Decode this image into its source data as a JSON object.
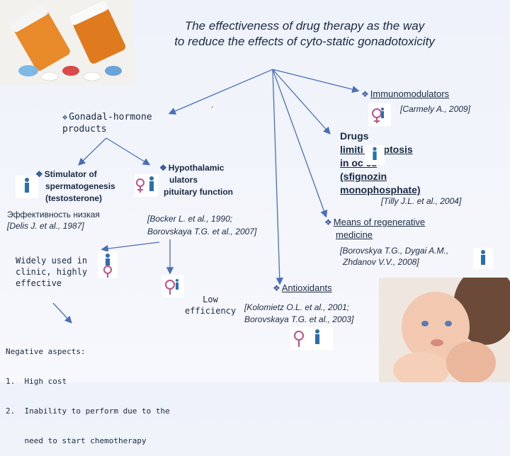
{
  "title_line1": "The effectiveness of drug therapy as the way",
  "title_line2": "to reduce the effects of cyto-static gonadotoxicity",
  "nodes": {
    "immunomodulators": "Immunomodulators",
    "immuno_ref": "[Carmely A., 2009]",
    "gonadal": "Gonadal-hormone",
    "gonadal2": "products",
    "stimulator1": "Stimulator of",
    "stimulator2": "spermatogenesis",
    "stimulator3": "(testosterone)",
    "hypothalamic1": "Hypothalamic",
    "hypothalamic2": "ulators",
    "hypothalamic3": "pituitary function",
    "drugs1": "Drugs",
    "drugs2": "limiti  apoptosis",
    "drugs3": "in oc  es",
    "drugs4": "(sfignozin",
    "drugs5": "monophosphate)",
    "drugs_ref": "[Tilly J.L. et al., 2004]",
    "effect_ru": "Эффективность низкая",
    "effect_ref": "[Delis J. et al., 1987]",
    "hypo_ref1": "[Bocker L. et al., 1990;",
    "hypo_ref2": "Borovskaya T.G. et al., 2007]",
    "regen1": "Means of regenerative",
    "regen2": "medicine",
    "regen_ref1": "[Borovskya T.G., Dygai A.M.,",
    "regen_ref2": "Zhdanov V.V., 2008]",
    "widely1": "Widely used in",
    "widely2": "clinic, highly",
    "widely3": "effective",
    "low1": "Low",
    "low2": "efficiency",
    "antioxidants": "Antioxidants",
    "anti_ref1": "[Kolomietz O.L. et al., 2001;",
    "anti_ref2": "Borovskaya T.G. et al., 2003]",
    "neg_title": "Negative aspects:",
    "neg1": "1.  High cost",
    "neg2": "2.  Inability to perform due to the",
    "neg3": "    need to start chemotherapy",
    "dot": "."
  },
  "colors": {
    "arrow": "#4a6fb5",
    "gender_blue": "#2a6fb0",
    "gender_pink": "#c0508a",
    "text": "#1a2a44"
  }
}
